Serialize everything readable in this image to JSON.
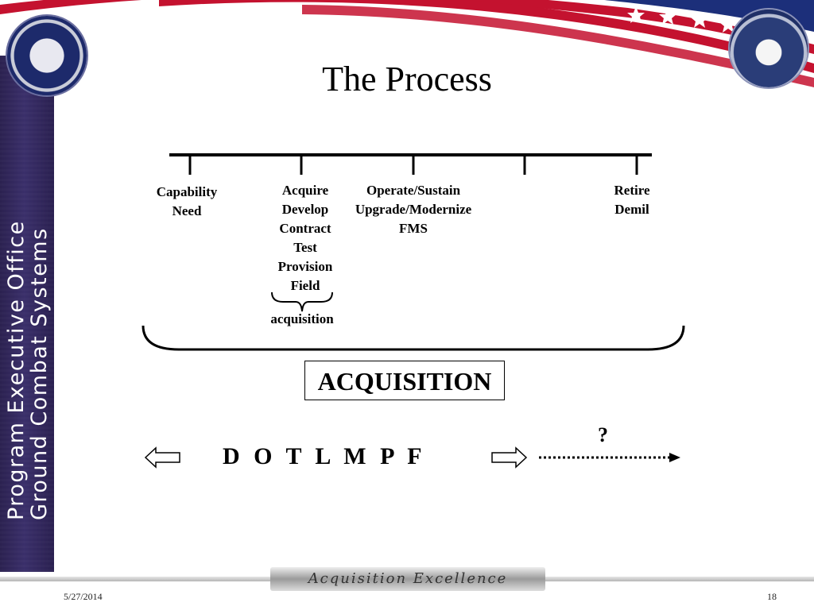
{
  "sidebar": {
    "line1": "Program Executive Office",
    "line2": "Ground Combat Systems"
  },
  "slide": {
    "title": "The Process"
  },
  "timeline": {
    "stages": [
      {
        "lines": [
          "Capability",
          "Need"
        ]
      },
      {
        "lines": [
          "Acquire",
          "Develop",
          "Contract",
          "Test",
          "Provision",
          "Field"
        ]
      },
      {
        "lines": [
          "Operate/Sustain",
          "Upgrade/Modernize",
          "FMS"
        ]
      },
      {
        "lines": []
      },
      {
        "lines": [
          "Retire",
          "Demil"
        ]
      }
    ],
    "small_brace_label": "acquisition",
    "big_box_label": "ACQUISITION"
  },
  "bottom": {
    "dotlmpf": "D  O  T  L  M  P  F",
    "question": "?"
  },
  "footer": {
    "banner_text": "Acquisition Excellence",
    "date": "5/27/2014",
    "page_number": "18"
  },
  "colors": {
    "sidebar": "#2b2150",
    "flag_red": "#c4122f",
    "flag_blue": "#1c2f7a"
  }
}
